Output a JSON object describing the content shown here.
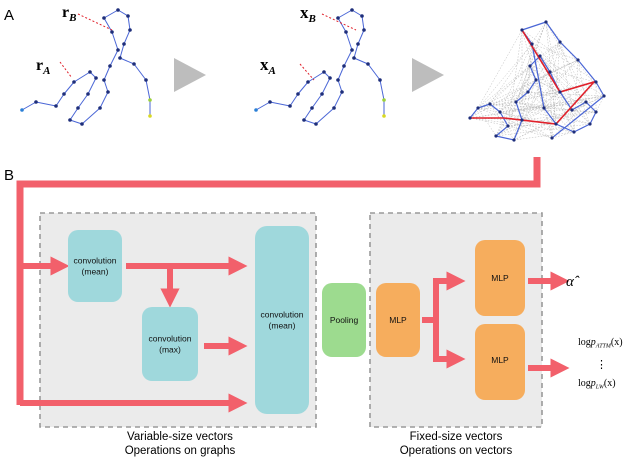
{
  "colors": {
    "arrow": "#f2606b",
    "teal_box": "#9fd8dc",
    "green_box": "#9ddb8f",
    "orange_box": "#f6ad5d",
    "panel_bg": "#ebebeb",
    "panel_border": "#9a9a9a",
    "graph_edge": "#4a66d6",
    "graph_node": "#1e2e7a",
    "highlight_edge": "#e0202a",
    "triangle": "#bdbdbd"
  },
  "panel_a": {
    "label": "A",
    "graph1": {
      "label_top": "r",
      "label_top_sub": "B",
      "label_left": "r",
      "label_left_sub": "A"
    },
    "graph2": {
      "label_top": "x",
      "label_top_sub": "B",
      "label_left": "x",
      "label_left_sub": "A"
    }
  },
  "panel_b": {
    "label": "B",
    "left_group": {
      "boxes": {
        "conv_mean_small": "convolution\n(mean)",
        "conv_max": "convolution\n(max)",
        "conv_mean_tall": "convolution\n(mean)"
      },
      "caption_line1": "Variable-size vectors",
      "caption_line2": "Operations on graphs"
    },
    "pooling": "Pooling",
    "right_group": {
      "mlp_left": "MLP",
      "mlp_top": "MLP",
      "mlp_bottom": "MLP",
      "caption_line1": "Fixed-size vectors",
      "caption_line2": "Operations on vectors"
    },
    "outputs": {
      "alpha": "α̂",
      "logp_top_prefix": "log",
      "logp_top_p": "p",
      "logp_top_sub": "ATTM",
      "logp_top_arg": "(x)",
      "dots": "⋮",
      "logp_bottom_prefix": "log",
      "logp_bottom_p": "p",
      "logp_bottom_sub": "LW",
      "logp_bottom_arg": "(x)"
    }
  }
}
